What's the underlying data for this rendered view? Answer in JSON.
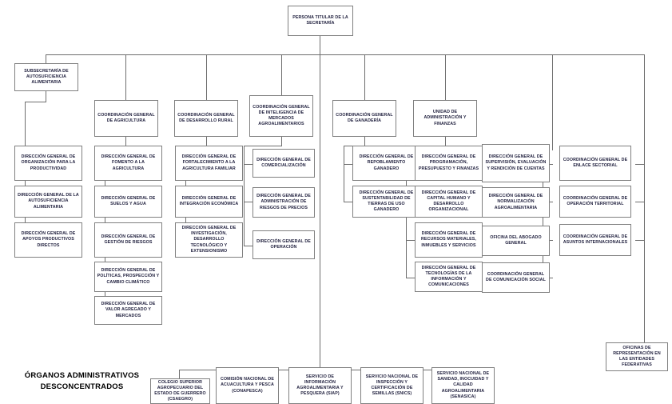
{
  "chart": {
    "title_node": "PERSONA TITULAR DE LA SECRETARÍA",
    "section_label": "ÓRGANOS ADMINISTRATIVOS DESCONCENTRADOS",
    "colors": {
      "box_border": "#808080",
      "line": "#6e6e6e",
      "text": "#1f1f3d",
      "label_text": "#000000",
      "background": "#ffffff"
    }
  },
  "nodes": {
    "root": "PERSONA TITULAR DE LA SECRETARÍA",
    "subsecretaria": "SUBSECRETARÍA DE AUTOSUFICIENCIA ALIMENTARIA",
    "cg_agricultura": "COORDINACIÓN GENERAL DE AGRICULTURA",
    "cg_desarrollo_rural": "COORDINACIÓN GENERAL DE DESARROLLO RURAL",
    "cg_inteligencia": "COORDINACIÓN GENERAL DE INTELIGENCIA DE MERCADOS AGROALIMENTARIOS",
    "cg_ganaderia": "COORDINACIÓN GENERAL DE GANADERÍA",
    "unidad_admin": "UNIDAD DE ADMINISTRACIÓN Y FINANZAS",
    "dg_organizacion": "DIRECCIÓN GENERAL DE ORGANIZACIÓN PARA LA PRODUCTIVIDAD",
    "dg_autosuficiencia": "DIRECCIÓN GENERAL DE LA AUTOSUFICIENCIA ALIMENTARIA",
    "dg_apoyos": "DIRECCIÓN GENERAL DE APOYOS PRODUCTIVOS DIRECTOS",
    "dg_fomento": "DIRECCIÓN GENERAL DE FOMENTO A LA AGRICULTURA",
    "dg_suelos": "DIRECCIÓN GENERAL DE SUELOS Y AGUA",
    "dg_riesgos": "DIRECCIÓN GENERAL DE GESTIÓN DE RIESGOS",
    "dg_politicas": "DIRECCIÓN GENERAL DE POLÍTICAS, PROSPECCIÓN Y CAMBIO CLIMÁTICO",
    "dg_valor": "DIRECCIÓN GENERAL DE VALOR AGREGADO Y MERCADOS",
    "dg_fortalecimiento": "DIRECCIÓN GENERAL DE FORTALECIMIENTO A LA AGRICULTURA FAMILIAR",
    "dg_integracion": "DIRECCIÓN GENERAL DE INTEGRACIÓN ECONÓMICA",
    "dg_investigacion": "DIRECCIÓN GENERAL DE INVESTIGACIÓN, DESARROLLO TECNOLÓGICO Y EXTENSIONISMO",
    "dg_comercializacion": "DIRECCIÓN GENERAL DE COMERCIALIZACIÓN",
    "dg_riesgos_precios": "DIRECCIÓN GENERAL DE ADMINISTRACIÓN DE RIESGOS DE PRECIOS",
    "dg_operacion": "DIRECCIÓN GENERAL DE OPERACIÓN",
    "dg_repoblamiento": "DIRECCIÓN GENERAL DE REPOBLAMIENTO GANADERO",
    "dg_sustentabilidad": "DIRECCIÓN GENERAL DE SUSTENTABILIDAD DE TIERRAS DE USO GANADERO",
    "dg_programacion": "DIRECCIÓN GENERAL DE PROGRAMACIÓN, PRESUPUESTO Y FINANZAS",
    "dg_capital_humano": "DIRECCIÓN GENERAL DE CAPITAL HUMANO Y DESARROLLO ORGANIZACIONAL",
    "dg_recursos": "DIRECCIÓN GENERAL DE RECURSOS MATERIALES, INMUEBLES Y SERVICIOS",
    "dg_tecnologias": "DIRECCIÓN GENERAL DE TECNOLOGÍAS DE LA INFORMACIÓN Y COMUNICACIONES",
    "dg_supervision": "DIRECCIÓN GENERAL DE SUPERVISIÓN, EVALUACIÓN Y RENDICIÓN DE CUENTAS",
    "dg_normalizacion": "DIRECCIÓN GENERAL DE NORMALIZACIÓN AGROALIMENTARIA",
    "oficina_abogado": "OFICINA DEL ABOGADO GENERAL",
    "cg_comunicacion": "COORDINACIÓN GENERAL DE COMUNICACIÓN SOCIAL",
    "cg_enlace": "COORDINACIÓN GENERAL DE ENLACE SECTORIAL",
    "cg_operacion_territorial": "COORDINACIÓN GENERAL DE OPERACIÓN TERRITORIAL",
    "cg_asuntos_internacionales": "COORDINACIÓN GENERAL DE ASUNTOS INTERNACIONALES",
    "oficinas_representacion": "OFICINAS DE REPRESENTACIÓN EN LAS ENTIDADES FEDERATIVAS",
    "csaegro": "COLEGIO SUPERIOR AGROPECUARIO DEL ESTADO DE GUERRERO (CSAEGRO)",
    "conapesca": "COMISIÓN NACIONAL DE ACUACULTURA Y PESCA (CONAPESCA)",
    "siap": "SERVICIO DE INFORMACIÓN AGROALIMENTARIA Y PESQUERA (SIAP)",
    "snics": "SERVICIO NACIONAL DE INSPECCIÓN Y CERTIFICACIÓN DE SEMILLAS (SNICS)",
    "senasica": "SERVICIO NACIONAL DE SANIDAD, INOCUIDAD Y CALIDAD AGROALIMENTARIA (SENASICA)"
  }
}
